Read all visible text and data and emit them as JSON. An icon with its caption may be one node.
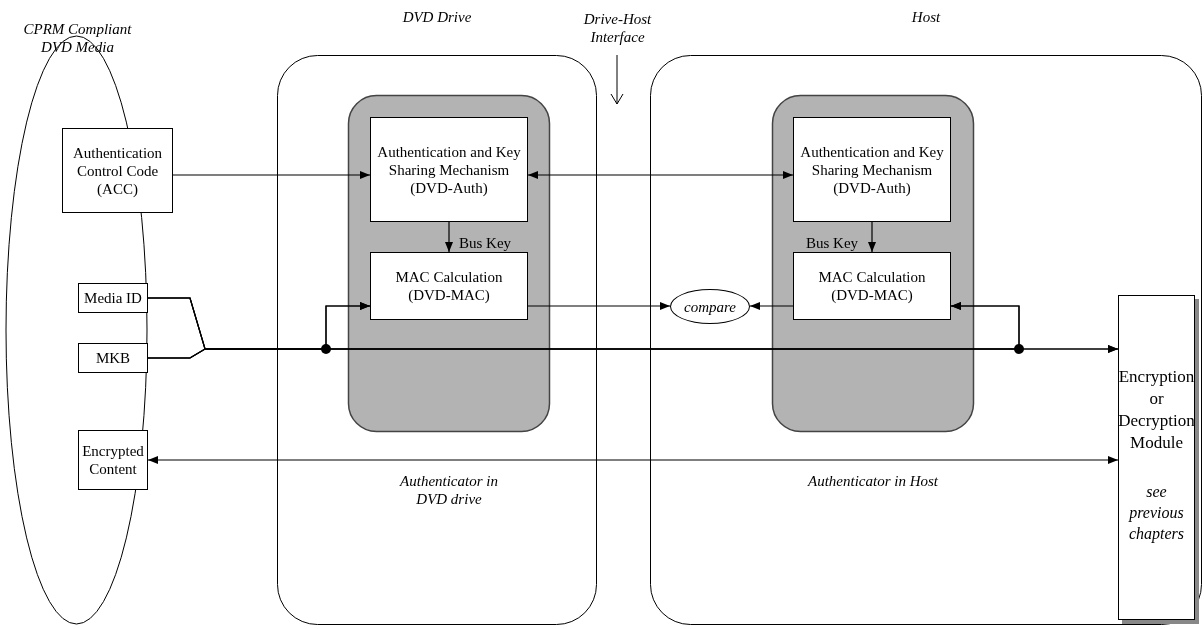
{
  "diagram": {
    "nodes": [
      {
        "text": [
          "CPRM Compliant DVD Media"
        ]
      },
      {
        "text": [
          "Authentication Control Code (ACC)"
        ]
      },
      {
        "text": [
          "Media ID"
        ],
        "in": 0
      },
      {
        "text": [
          "MKB"
        ],
        "in": 0
      },
      {
        "text": [
          "Encrypted Content"
        ],
        "in": 0
      },
      {
        "text": [
          "DVD Drive"
        ]
      },
      {
        "text": [
          "Authenticator in DVD drive"
        ],
        "in": 5
      },
      {
        "text": [
          "Authentication and Key Sharing Mechanism (DVD-Auth)"
        ],
        "in": 6
      },
      {
        "text": [
          "MAC Calculation (DVD-MAC)"
        ],
        "in": 6
      },
      {
        "text": [
          "Host"
        ]
      },
      {
        "text": [
          "Authenticator in Host"
        ],
        "in": 9
      },
      {
        "text": [
          "Authentication and Key Sharing Mechanism (DVD-Auth)"
        ],
        "in": 10
      },
      {
        "text": [
          "MAC Calculation (DVD-MAC)"
        ],
        "in": 10
      },
      {
        "text": [
          "compare"
        ],
        "in": 9
      },
      {
        "text": [
          "Encryption or Decryption Module",
          "see previous chapters"
        ],
        "in": 9
      }
    ],
    "edges": [
      {
        "from": 1,
        "to": 7,
        "arrow": "to"
      },
      {
        "from": 7,
        "to": 11,
        "arrow": "both"
      },
      {
        "from": 7,
        "to": 8,
        "arrow": "to",
        "label": "Bus Key"
      },
      {
        "from": 11,
        "to": 12,
        "arrow": "to",
        "label": "Bus Key"
      },
      {
        "from": 8,
        "to": 13,
        "arrow": "to"
      },
      {
        "from": 12,
        "to": 13,
        "arrow": "to"
      },
      {
        "from": 2,
        "to": 8,
        "arrow": "to"
      },
      {
        "from": 2,
        "to": 12,
        "arrow": "to"
      },
      {
        "from": 2,
        "to": 14,
        "arrow": "to"
      },
      {
        "from": 3,
        "to": 8,
        "arrow": "to"
      },
      {
        "from": 3,
        "to": 12,
        "arrow": "to"
      },
      {
        "from": 3,
        "to": 14,
        "arrow": "to"
      },
      {
        "from": 4,
        "to": 14,
        "arrow": "both"
      }
    ],
    "labels": [
      "Drive-Host Interface"
    ]
  }
}
